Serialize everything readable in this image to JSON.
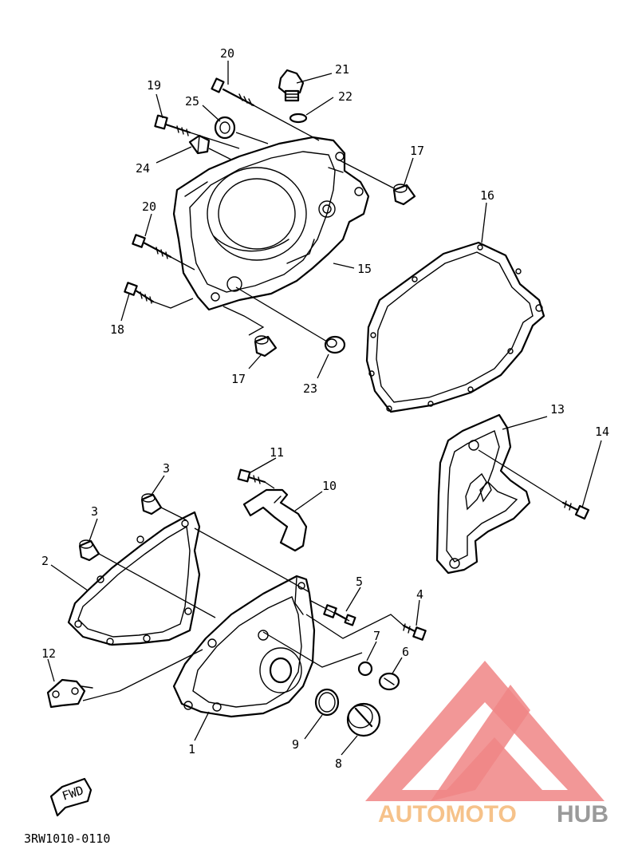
{
  "diagram": {
    "labels": [
      "20",
      "21",
      "22",
      "19",
      "25",
      "24",
      "17",
      "16",
      "20",
      "15",
      "18",
      "17",
      "23",
      "13",
      "14",
      "11",
      "3",
      "10",
      "3",
      "2",
      "5",
      "4",
      "7",
      "6",
      "12",
      "9",
      "1",
      "8"
    ],
    "arrow_text": "FWD",
    "drawing_code": "3RW1010-0110"
  },
  "watermark": {
    "part1": "AUTOMOTO",
    "part2": "HUB",
    "colors": {
      "accent": "#f08585",
      "orange": "#f6c28a",
      "gray": "#9a9a9a"
    }
  }
}
